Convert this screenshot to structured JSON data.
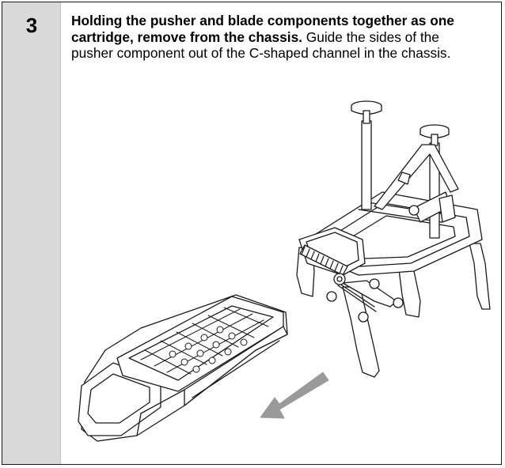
{
  "step": {
    "number": "3",
    "instruction_bold": "Holding the pusher and blade components together as one cartridge, remove from the chassis.",
    "instruction_rest": " Guide the sides of the pusher component out of the C-shaped channel in the chassis."
  },
  "illustration": {
    "subject": "slicer-cartridge-removal",
    "arrow_color": "#9a9a9a",
    "line_color": "#1a1a1a"
  }
}
